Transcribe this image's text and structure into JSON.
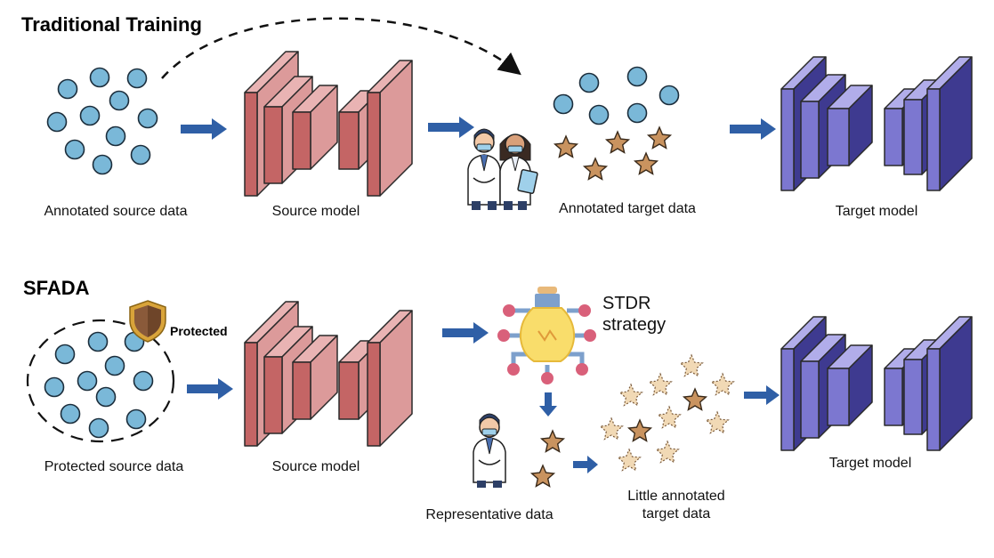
{
  "top": {
    "title": "Traditional Training",
    "source_data_label": "Annotated source data",
    "source_model_label": "Source model",
    "target_data_label": "Annotated target data",
    "target_model_label": "Target model"
  },
  "bottom": {
    "title": "SFADA",
    "protected_label": "Protected",
    "source_data_label": "Protected source data",
    "source_model_label": "Source model",
    "strategy_line1": "STDR",
    "strategy_line2": "strategy",
    "representative_label": "Representative data",
    "little_line1": "Little annotated",
    "little_line2": "target data",
    "target_model_label": "Target model"
  },
  "colors": {
    "circle": "#7ab8d8",
    "star_dark": "#c9935f",
    "star_light": "#f1d9b5",
    "source_model": "#e3a3a3",
    "target_model": "#8c88d6",
    "arrow": "#2f5fa6"
  }
}
